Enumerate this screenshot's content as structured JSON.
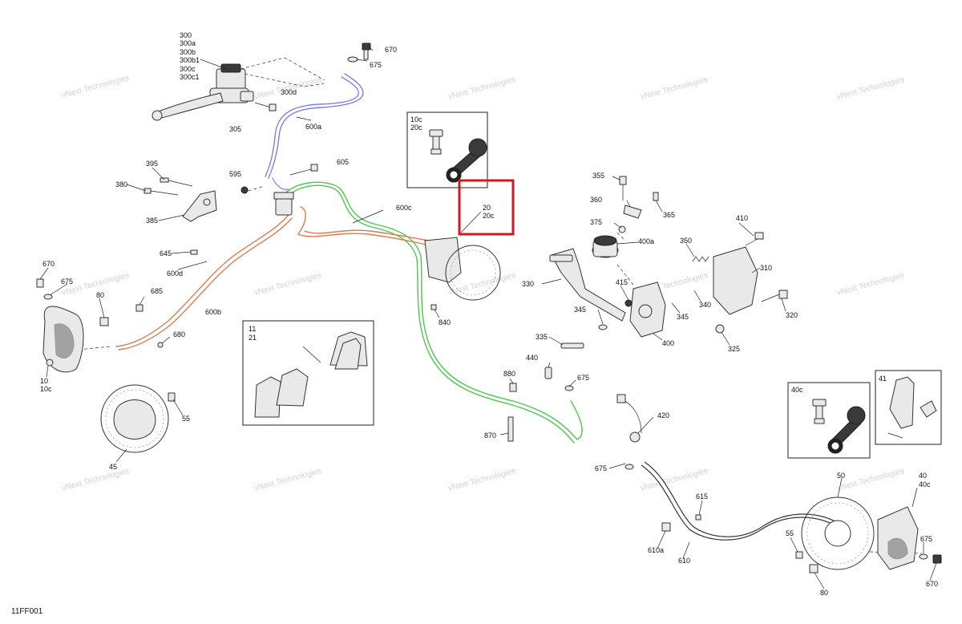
{
  "diagram_code": "11FF001",
  "watermark": "vNext Technologies",
  "highlight_color": "#d0191f",
  "line_colors": {
    "front_line": "#e07a4f",
    "rear_line": "#4cc94c",
    "clutch_line": "#7b7fe6",
    "stroke": "#333333"
  },
  "labels": {
    "l300": "300",
    "l300a": "300a",
    "l300b": "300b",
    "l300b1": "300b1",
    "l300c": "300c",
    "l300c1": "300c1",
    "l305": "305",
    "l300d": "300d",
    "l600a": "600a",
    "l670_top": "670",
    "l675_top": "675",
    "l10c_20c_a": "10c",
    "l10c_20c_b": "20c",
    "l20": "20",
    "l20c": "20c",
    "l605": "605",
    "l595": "595",
    "l600c": "600c",
    "l395": "395",
    "l380": "380",
    "l385": "385",
    "l645": "645",
    "l600d": "600d",
    "l600b": "600b",
    "l670_left": "670",
    "l675_left": "675",
    "l80_left": "80",
    "l685": "685",
    "l680": "680",
    "l10": "10",
    "l10c": "10c",
    "l55_left": "55",
    "l45": "45",
    "l11": "11",
    "l21": "21",
    "l840": "840",
    "l355": "355",
    "l360": "360",
    "l365": "365",
    "l375": "375",
    "l400a": "400a",
    "l350": "350",
    "l410": "410",
    "l310": "310",
    "l330": "330",
    "l415": "415",
    "l340": "340",
    "l345_a": "345",
    "l345_b": "345",
    "l320": "320",
    "l335": "335",
    "l400": "400",
    "l325": "325",
    "l440": "440",
    "l880": "880",
    "l675_mid": "675",
    "l870": "870",
    "l420": "420",
    "l675_low": "675",
    "l40c_inset": "40c",
    "l41": "41",
    "l615": "615",
    "l610a": "610a",
    "l610": "610",
    "l50": "50",
    "l40": "40",
    "l40c": "40c",
    "l55_right": "55",
    "l675_right": "675",
    "l80_right": "80",
    "l670_right": "670"
  }
}
